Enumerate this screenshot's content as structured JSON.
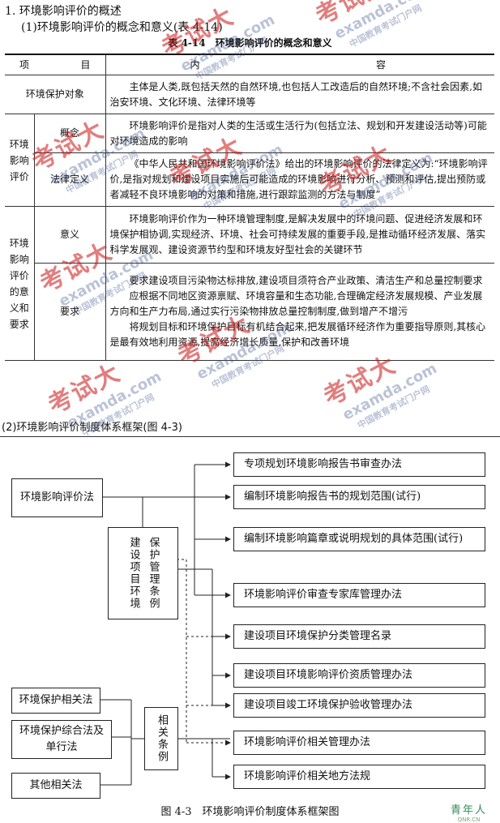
{
  "section1_title": "1. 环境影响评价的概述",
  "section1_sub": "(1)环境影响评价的概念和意义(表 4-14)",
  "table": {
    "caption": "表 4-14　环境影响评价的概念和意义",
    "header": {
      "col1": [
        "项",
        "目"
      ],
      "col2": [
        "内",
        "容"
      ]
    },
    "row_object": {
      "label": "环境保护对象",
      "content": "主体是人类,既包括天然的自然环境,也包括人工改造后的自然环境;不含社会因素,如治安环境、文化环境、法律环境等"
    },
    "group1": {
      "label": "环境影响评价",
      "rows": [
        {
          "sub": "概念",
          "content": "环境影响评价是指对人类的生活或生活行为(包括立法、规划和开发建设活动等)可能对环境造成的影响"
        },
        {
          "sub": "法律定义",
          "content": "《中华人民共和国环境影响评价法》给出的环境影响评价的法律定义为:“环境影响评价,是指对规划和建设项目实施后可能造成的环境影响进行分析、预测和评估,提出预防或者减轻不良环境影响的对策和措施,进行跟踪监测的方法与制度”"
        }
      ]
    },
    "group2": {
      "label": "环境影响评价的意义和要求",
      "rows": [
        {
          "sub": "意义",
          "content": [
            "环境影响评价作为一种环境管理制度,是解决发展中的环境问题、促进经济发展和环境保护相协调,实现经济、环境、社会可持续发展的重要手段,是推动循环经济发展、落实科学发展观、建设资源节约型和环境友好型社会的关键环节"
          ]
        },
        {
          "sub": "要求",
          "content": [
            "要求建设项目污染物达标排放,建设项目须符合产业政策、清洁生产和总量控制要求",
            "应根据不同地区资源禀赋、环境容量和生态功能,合理确定经济发展规模、产业发展方向和生产力布局,通过实行污染物排放总量控制制度,做到增产不增污",
            "将规划目标和环境保护目标有机结合起来,把发展循环经济作为重要指导原则,其核心是最有效地利用资源,提高经济增长质量,保护和改善环境"
          ]
        }
      ]
    }
  },
  "section2_title": "(2)环境影响评价制度体系框架(图 4-3)",
  "diagram": {
    "left_top": "环境影响评价法",
    "middle_top": [
      "保护管理条例",
      "建设项目环境"
    ],
    "left_bottom": [
      "环境保护相关法",
      "环境保护综合法及单行法",
      "其他相关法"
    ],
    "middle_bottom": "相关条例",
    "right": [
      "专项规划环境影响报告书审查办法",
      "编制环境影响报告书的规划范围(试行)",
      "编制环境影响篇章或说明规划的具体范围(试行)",
      "环境影响评价审查专家库管理办法",
      "建设项目环境保护分类管理名录",
      "建设项目环境影响评价资质管理办法",
      "建设项目竣工环境保护验收管理办法",
      "环境影响评价相关管理办法",
      "环境影响评价相关地方法规"
    ]
  },
  "figure_caption": "图 4-3　环境影响评价制度体系框架图",
  "watermark": {
    "brand": "考试大",
    "url": "examda.com",
    "sub": "中国教育考试门户网"
  },
  "logo": {
    "text": "青年人",
    "url": "QNR.CN"
  }
}
